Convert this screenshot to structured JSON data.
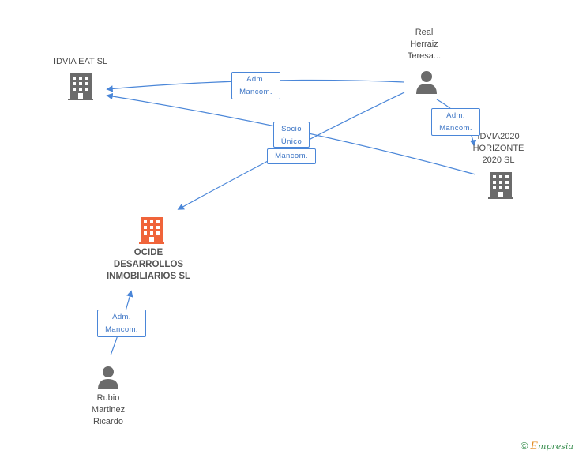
{
  "nodes": {
    "idvia_eat": {
      "name": "IDVIA EAT  SL"
    },
    "real_herraiz": {
      "name": "Real\nHerraiz\nTeresa..."
    },
    "idvia2020": {
      "name": "IDVIA2020\nHORIZONTE\n2020 SL"
    },
    "ocide": {
      "name": "OCIDE\nDESARROLLOS\nINMOBILIARIOS SL"
    },
    "rubio": {
      "name": "Rubio\nMartinez\nRicardo"
    }
  },
  "edges": {
    "real_to_idvia_eat": "Adm.\nMancom.",
    "idvia2020_to_idvia_eat": "Socio\nÚnico",
    "real_to_ocide": "Mancom.",
    "real_to_idvia2020": "Adm.\nMancom.",
    "rubio_to_ocide": "Adm.\nMancom."
  },
  "colors": {
    "edge": "#4a86d8",
    "company_icon": "#6b6b6b",
    "main_company_icon": "#f0643a",
    "person_icon": "#6b6b6b"
  },
  "watermark": {
    "symbol": "©",
    "brand_first": "E",
    "brand_rest": "mpresia"
  }
}
